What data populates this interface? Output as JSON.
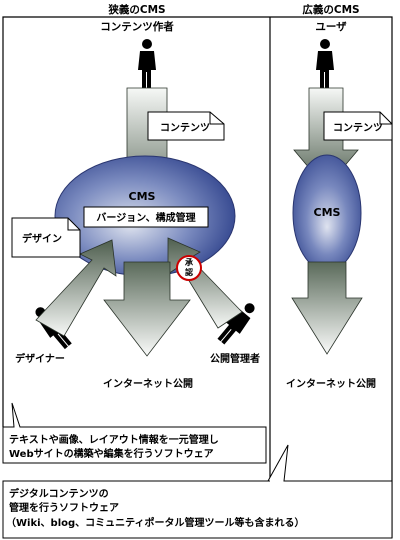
{
  "narrow": {
    "title": "狭義のCMS",
    "author_label": "コンテンツ作者",
    "content_note": "コンテンツ",
    "cms_label": "CMS",
    "versioning_label": "バージョン、構成管理",
    "design_note": "デザイン",
    "approval_stamp": "承認",
    "designer_label": "デザイナー",
    "admin_label": "公開管理者",
    "publish_label": "インターネット公開",
    "caption_line1": "テキストや画像、レイアウト情報を一元管理し",
    "caption_line2": "Webサイトの構築や編集を行うソフトウェア"
  },
  "broad": {
    "title": "広義のCMS",
    "user_label": "ユーザ",
    "content_note": "コンテンツ",
    "cms_label": "CMS",
    "publish_label": "インターネット公開",
    "caption_line1": "デジタルコンテンツの",
    "caption_line2": "管理を行うソフトウェア",
    "caption_line3": "（Wiki、blog、コミュニティポータル管理ツール等も含まれる）"
  },
  "colors": {
    "frame": "#000000",
    "cms_fill": "#3a4f9a",
    "cms_highlight": "#c8cfe0",
    "arrow_dark": "#4f5f4f",
    "arrow_light": "#f4f6f4",
    "stamp": "#cc0000"
  }
}
